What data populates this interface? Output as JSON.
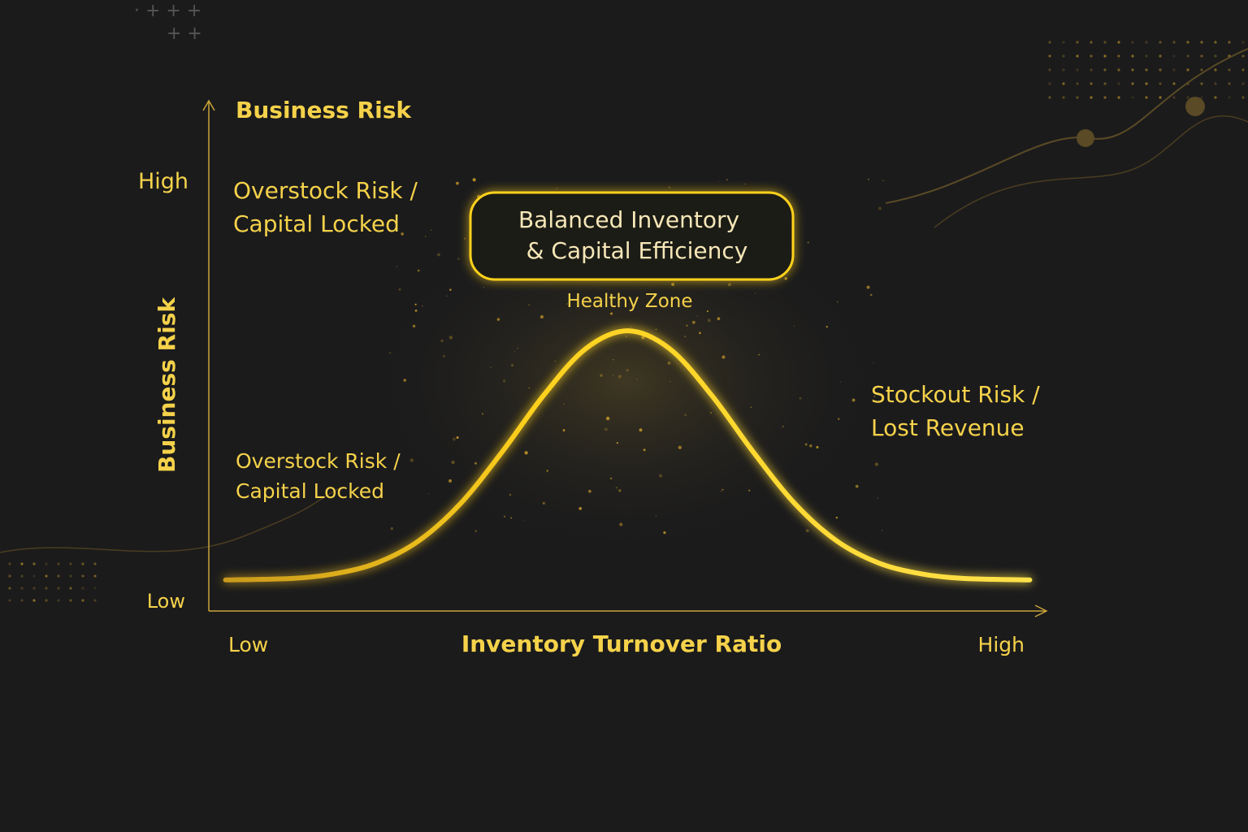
{
  "colors": {
    "background": "#1b1b1c",
    "accent": "#ffd21f",
    "axis": "#c9a43a",
    "text": "#f5d24a",
    "box_text": "#f6e7b8"
  },
  "chart_data": {
    "type": "line",
    "title": "Business Risk",
    "xlabel": "Inventory Turnover Ratio",
    "ylabel": "Business Risk",
    "x_ticks": {
      "low": "Low",
      "high": "High"
    },
    "y_ticks": {
      "low": "Low",
      "high": "High"
    },
    "xlim": [
      0,
      10
    ],
    "ylim": [
      0,
      10
    ],
    "grid": false,
    "series": [
      {
        "name": "risk-curve",
        "x": [
          0.2,
          1.0,
          1.5,
          2.0,
          2.5,
          3.0,
          3.5,
          4.0,
          4.5,
          5.0,
          5.5,
          6.0,
          6.5,
          7.0,
          7.5,
          8.0,
          8.5,
          9.0,
          9.8
        ],
        "y": [
          0.61,
          0.64,
          0.73,
          0.94,
          1.37,
          2.1,
          3.12,
          4.24,
          5.15,
          5.5,
          5.15,
          4.24,
          3.12,
          2.1,
          1.37,
          0.94,
          0.73,
          0.64,
          0.61
        ]
      }
    ],
    "annotations": {
      "top_left": [
        "Overstock Risk /",
        "Capital Locked"
      ],
      "lower_left": [
        "Overstock Risk /",
        "Capital Locked"
      ],
      "right": [
        "Stockout Risk /",
        "Lost Revenue"
      ],
      "box": [
        "Balanced Inventory",
        "& Capital Efficiency"
      ],
      "peak": "Healthy Zone"
    }
  }
}
